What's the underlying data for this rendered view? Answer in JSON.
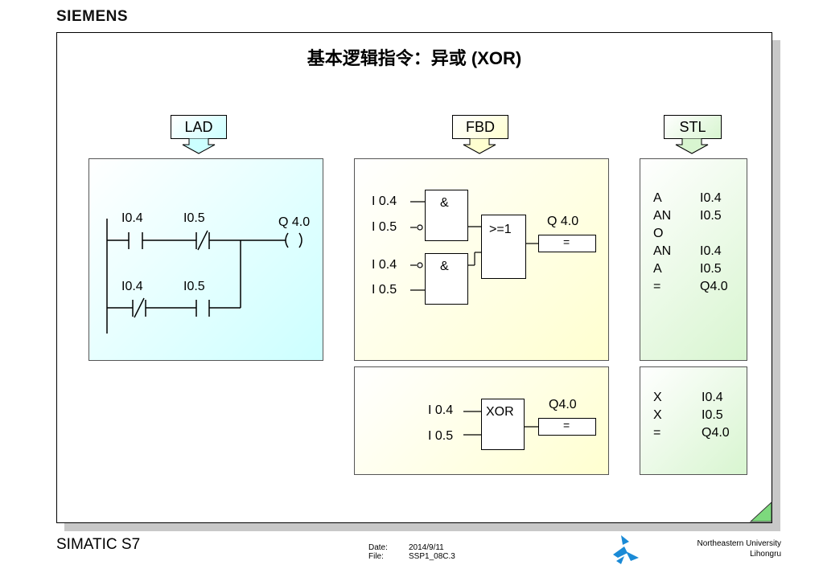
{
  "brand": "SIEMENS",
  "title": "基本逻辑指令：异或 (XOR)",
  "tags": {
    "lad": "LAD",
    "fbd": "FBD",
    "stl": "STL"
  },
  "lad": {
    "row1_contact1": "I0.4",
    "row1_contact2": "I0.5",
    "coil": "Q 4.0",
    "row2_contact1": "I0.4",
    "row2_contact2": "I0.5"
  },
  "fbd": {
    "and1_in1": "I 0.4",
    "and1_in2": "I 0.5",
    "and_symbol": "&",
    "and2_in1": "I 0.4",
    "and2_in2": "I 0.5",
    "or_symbol": ">=1",
    "output1": "Q 4.0",
    "assign": "=",
    "xor_in1": "I 0.4",
    "xor_in2": "I 0.5",
    "xor_symbol": "XOR",
    "output2": "Q4.0"
  },
  "stl_top": {
    "lines": [
      {
        "op": "A",
        "arg": "I0.4"
      },
      {
        "op": "AN",
        "arg": "I0.5"
      },
      {
        "op": "O",
        "arg": ""
      },
      {
        "op": "AN",
        "arg": "I0.4"
      },
      {
        "op": "A",
        "arg": "I0.5"
      },
      {
        "op": "=",
        "arg": "Q4.0"
      }
    ]
  },
  "stl_bottom": {
    "lines": [
      {
        "op": "X",
        "arg": "I0.4"
      },
      {
        "op": "X",
        "arg": "I0.5"
      },
      {
        "op": "=",
        "arg": "Q4.0"
      }
    ]
  },
  "footer": {
    "product": "SIMATIC S7",
    "date_label": "Date:",
    "date_value": "2014/9/11",
    "file_label": "File:",
    "file_value": "SSP1_08C.3",
    "university": "Northeastern University",
    "author": "Lihongru"
  },
  "colors": {
    "lad_panel": "#ccffff",
    "fbd_panel": "#ffffd0",
    "stl_panel": "#d8f5d0",
    "logo_blue": "#1a8ad6"
  }
}
